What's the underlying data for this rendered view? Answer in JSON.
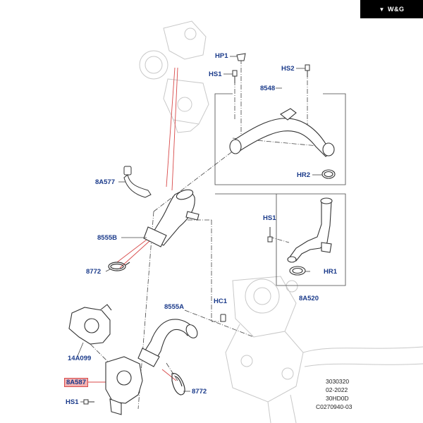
{
  "brand": {
    "text": "W&G"
  },
  "labels": {
    "hp1": "HP1",
    "hs1_top": "HS1",
    "hs2": "HS2",
    "p8548": "8548",
    "hr2": "HR2",
    "p8a577": "8A577",
    "hs1_mid": "HS1",
    "p8555b": "8555B",
    "p8772_top": "8772",
    "hr1": "HR1",
    "p8a520": "8A520",
    "p8555a": "8555A",
    "hc1": "HC1",
    "p14a099": "14A099",
    "p8a587": "8A587",
    "p8772_bottom": "8772",
    "hs1_bottom": "HS1"
  },
  "ref_codes": [
    "3030320",
    "02-2022",
    "30HD0D",
    "C0270940-03"
  ],
  "colors": {
    "label": "#1a3a8a",
    "highlight": "#f2b0b0",
    "leader_red": "#d84a4a"
  }
}
